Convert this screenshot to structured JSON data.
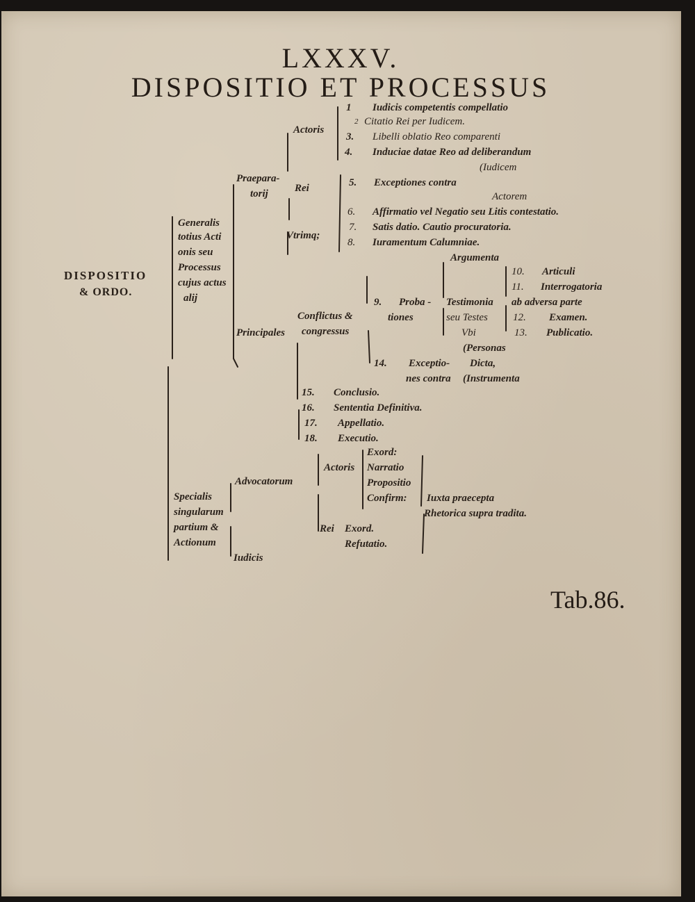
{
  "header": {
    "number": "LXXXV.",
    "title": "DISPOSITIO ET PROCESSUS"
  },
  "root": {
    "line1": "DISPOSITIO",
    "line2": "& ORDO."
  },
  "generalis": [
    "Generalis",
    "totius Acti",
    "onis seu",
    "Processus",
    "cujus actus",
    "alij"
  ],
  "praeparatorij": [
    "Praepara-",
    "torij"
  ],
  "parties": {
    "actoris": "Actoris",
    "rei": "Rei",
    "utriusque": "Vtrimq;"
  },
  "acts": [
    {
      "n": "1",
      "text": "Iudicis competentis compellatio"
    },
    {
      "n": "2",
      "text": "Citatio Rei per Iudicem."
    },
    {
      "n": "3.",
      "text": "Libelli oblatio Reo comparenti"
    },
    {
      "n": "4.",
      "text": "Induciae datae Reo ad deliberandum"
    },
    {
      "n": "",
      "text": "(Iudicem"
    },
    {
      "n": "5.",
      "text": "Exceptiones contra"
    },
    {
      "n": "",
      "text": "Actorem"
    },
    {
      "n": "6.",
      "text": "Affirmatio vel Negatio seu Litis contestatio."
    },
    {
      "n": "7.",
      "text": "Satis datio. Cautio procuratoria."
    },
    {
      "n": "8.",
      "text": "Iuramentum Calumniae."
    }
  ],
  "principales": {
    "label": "Principales",
    "conflictus": "Conflictus &",
    "congressus": "congressus"
  },
  "probationes": {
    "n": "9.",
    "line1": "Proba -",
    "line2": "tiones"
  },
  "argumenta": "Argumenta",
  "testimonia": [
    "Testimonia",
    "seu Testes",
    "Vbi"
  ],
  "items": [
    {
      "n": "10.",
      "text": "Articuli"
    },
    {
      "n": "11.",
      "text": "Interrogatoria"
    },
    {
      "n": "",
      "text": "ab adversa parte"
    },
    {
      "n": "12.",
      "text": "Examen."
    },
    {
      "n": "13.",
      "text": "Publicatio."
    }
  ],
  "exceptiones": {
    "n": "14.",
    "line1": "Exceptio-",
    "line2": "nes contra"
  },
  "contra": [
    "(Personas",
    "Dicta,",
    "(Instrumenta"
  ],
  "final_acts": [
    {
      "n": "15.",
      "text": "Conclusio."
    },
    {
      "n": "16.",
      "text": "Sententia Definitiva."
    },
    {
      "n": "17.",
      "text": "Appellatio."
    },
    {
      "n": "18.",
      "text": "Executio."
    }
  ],
  "specialis": [
    "Specialis",
    "singularum",
    "partium &",
    "Actionum"
  ],
  "advocatorum": "Advocatorum",
  "iudicis": "Iudicis",
  "actoris2": "Actoris",
  "rei2": "Rei",
  "actor_parts": [
    "Exord:",
    "Narratio",
    "Propositio",
    "Confirm:"
  ],
  "rei_parts": [
    "Exord.",
    "Refutatio."
  ],
  "rhetorica": [
    "Iuxta praecepta",
    "Rhetorica supra tradita."
  ],
  "plate": "Tab.86."
}
